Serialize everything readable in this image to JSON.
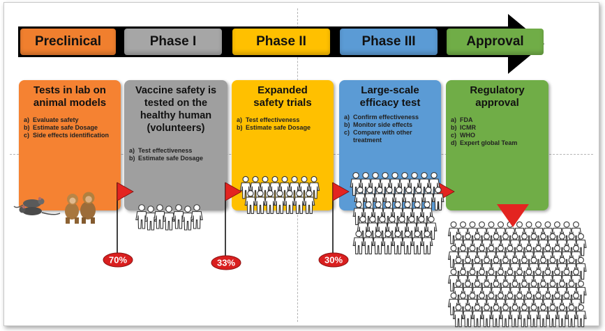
{
  "phases": [
    {
      "name": "Preclinical",
      "color": "#f07f2e",
      "card_color": "#f58232",
      "title": "Tests in lab on animal models",
      "items": [
        {
          "marker": "a)",
          "text": "Evaluate safety"
        },
        {
          "marker": "b)",
          "text": "Estimate safe Dosage"
        },
        {
          "marker": "c)",
          "text": "Side effects identification"
        }
      ]
    },
    {
      "name": "Phase I",
      "color": "#a6a6a6",
      "card_color": "#9f9f9f",
      "title": "Vaccine safety is tested on the healthy human (volunteers)",
      "items": [
        {
          "marker": "a)",
          "text": "Test effectiveness"
        },
        {
          "marker": "b)",
          "text": "Estimate safe Dosage"
        }
      ]
    },
    {
      "name": "Phase II",
      "color": "#ffc000",
      "card_color": "#ffc000",
      "title": "Expanded safety trials",
      "items": [
        {
          "marker": "a)",
          "text": "Test effectiveness"
        },
        {
          "marker": "b)",
          "text": "Estimate safe Dosage"
        }
      ]
    },
    {
      "name": "Phase III",
      "color": "#5b9bd5",
      "card_color": "#5b9bd5",
      "title": "Large-scale efficacy test",
      "items": [
        {
          "marker": "a)",
          "text": "Confirm effectiveness"
        },
        {
          "marker": "b)",
          "text": "Monitor side effects"
        },
        {
          "marker": "c)",
          "text": "Compare with other treatment"
        }
      ]
    },
    {
      "name": "Approval",
      "color": "#70ad47",
      "card_color": "#70ad47",
      "title": "Regulatory approval",
      "items": [
        {
          "marker": "a)",
          "text": "FDA"
        },
        {
          "marker": "b)",
          "text": "ICMR"
        },
        {
          "marker": "c)",
          "text": "WHO"
        },
        {
          "marker": "d)",
          "text": "Expert global Team"
        }
      ]
    }
  ],
  "success_rates": [
    "70%",
    "33%",
    "30%"
  ],
  "colors": {
    "arrow": "#000000",
    "flag": "#e32420",
    "badge": "#d91f1f",
    "person": "#ffffff",
    "person_outline": "#333333"
  },
  "icons": [
    "rat-icon",
    "monkey-icon",
    "person-icon",
    "flag-icon",
    "down-triangle-icon"
  ]
}
